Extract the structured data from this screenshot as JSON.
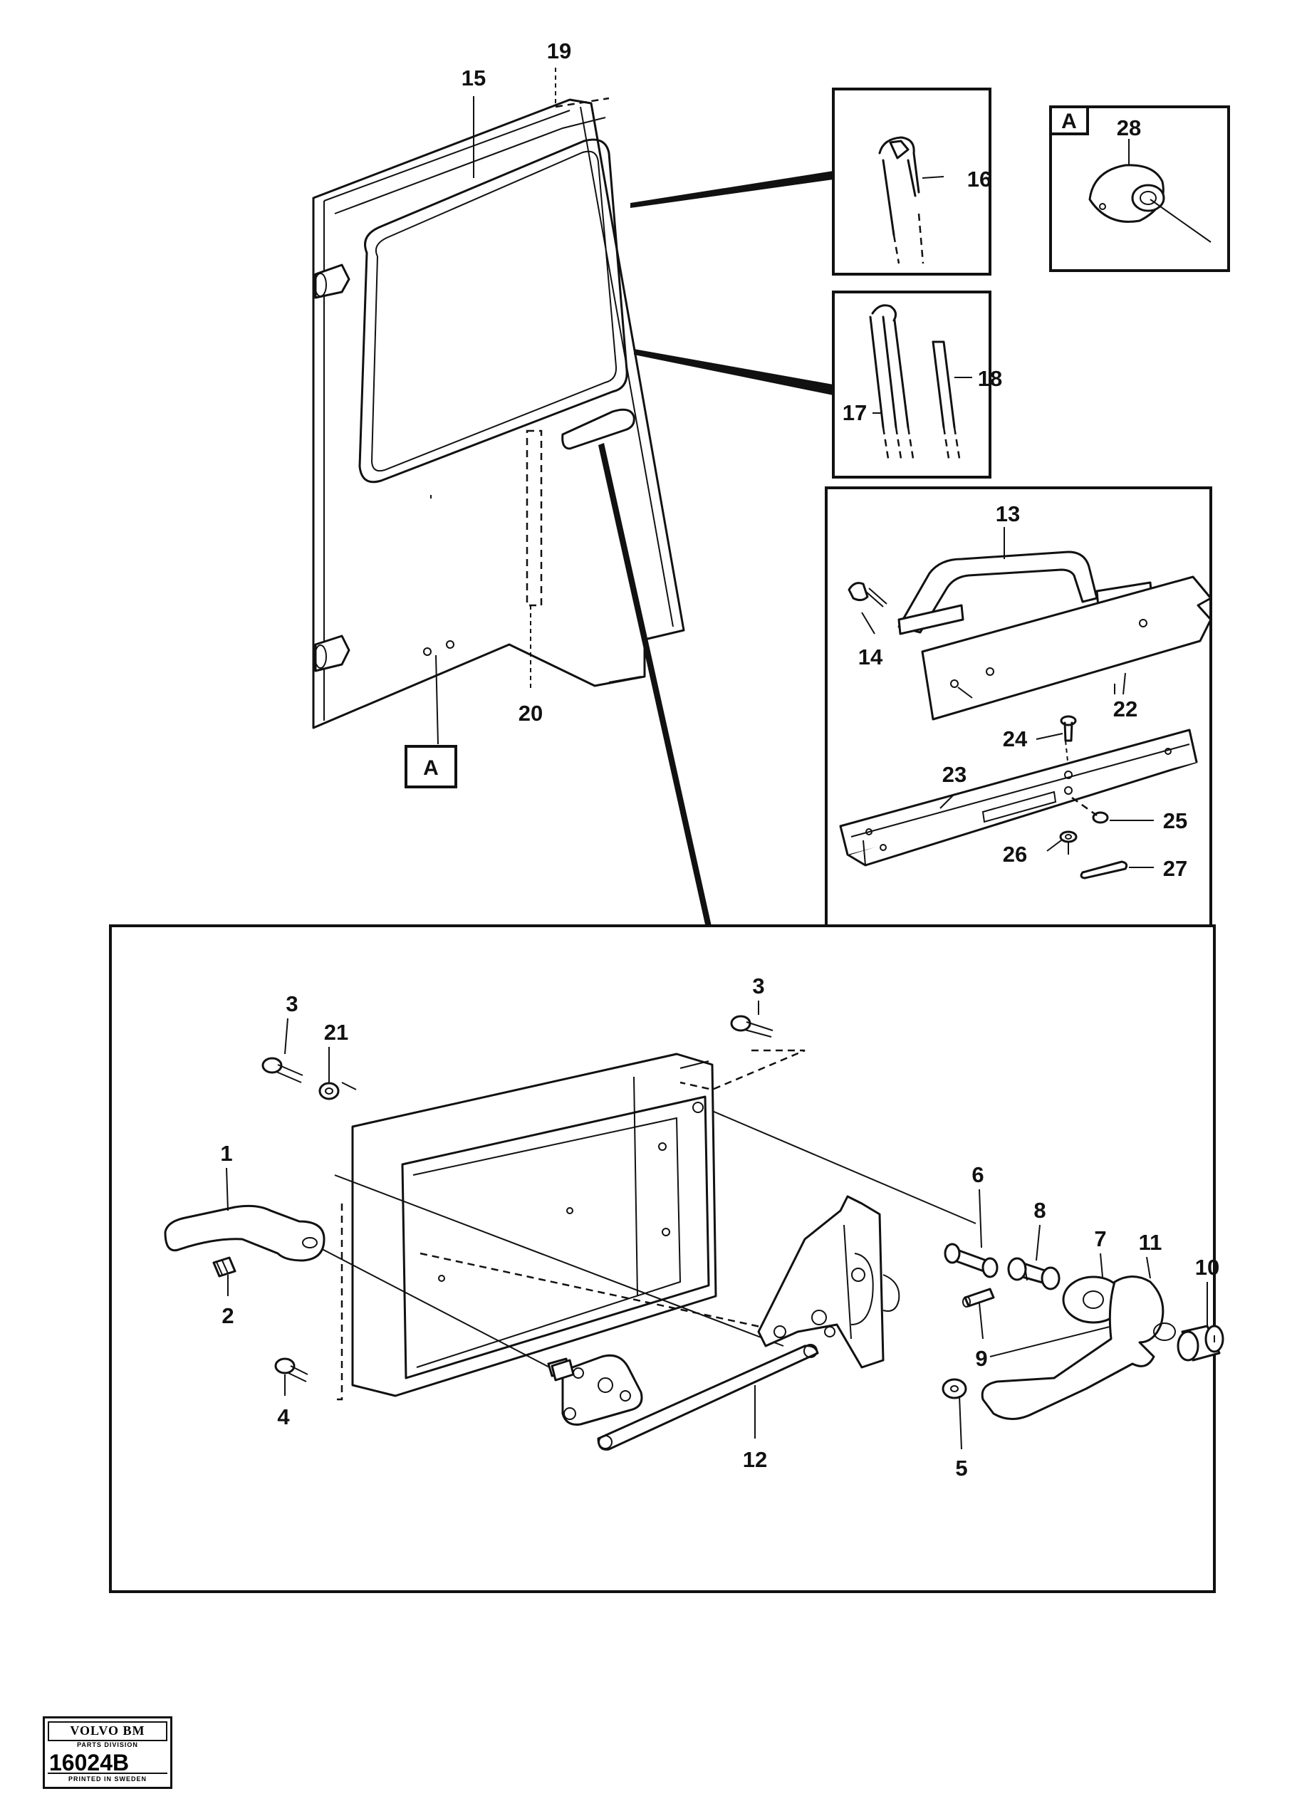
{
  "callouts": {
    "c1": "1",
    "c2": "2",
    "c3a": "3",
    "c3b": "3",
    "c4": "4",
    "c5": "5",
    "c6": "6",
    "c7": "7",
    "c8": "8",
    "c9": "9",
    "c10": "10",
    "c11": "11",
    "c12": "12",
    "c13": "13",
    "c14": "14",
    "c15": "15",
    "c16": "16",
    "c17": "17",
    "c18": "18",
    "c19": "19",
    "c20": "20",
    "c21": "21",
    "c22": "22",
    "c23": "23",
    "c24": "24",
    "c25": "25",
    "c26": "26",
    "c27": "27",
    "c28": "28"
  },
  "references": {
    "detail_a_door": "A",
    "detail_a_inset": "A"
  },
  "logo": {
    "brand": "VOLVO BM",
    "division": "PARTS DIVISION",
    "code": "16024B",
    "printed": "PRINTED IN SWEDEN"
  }
}
